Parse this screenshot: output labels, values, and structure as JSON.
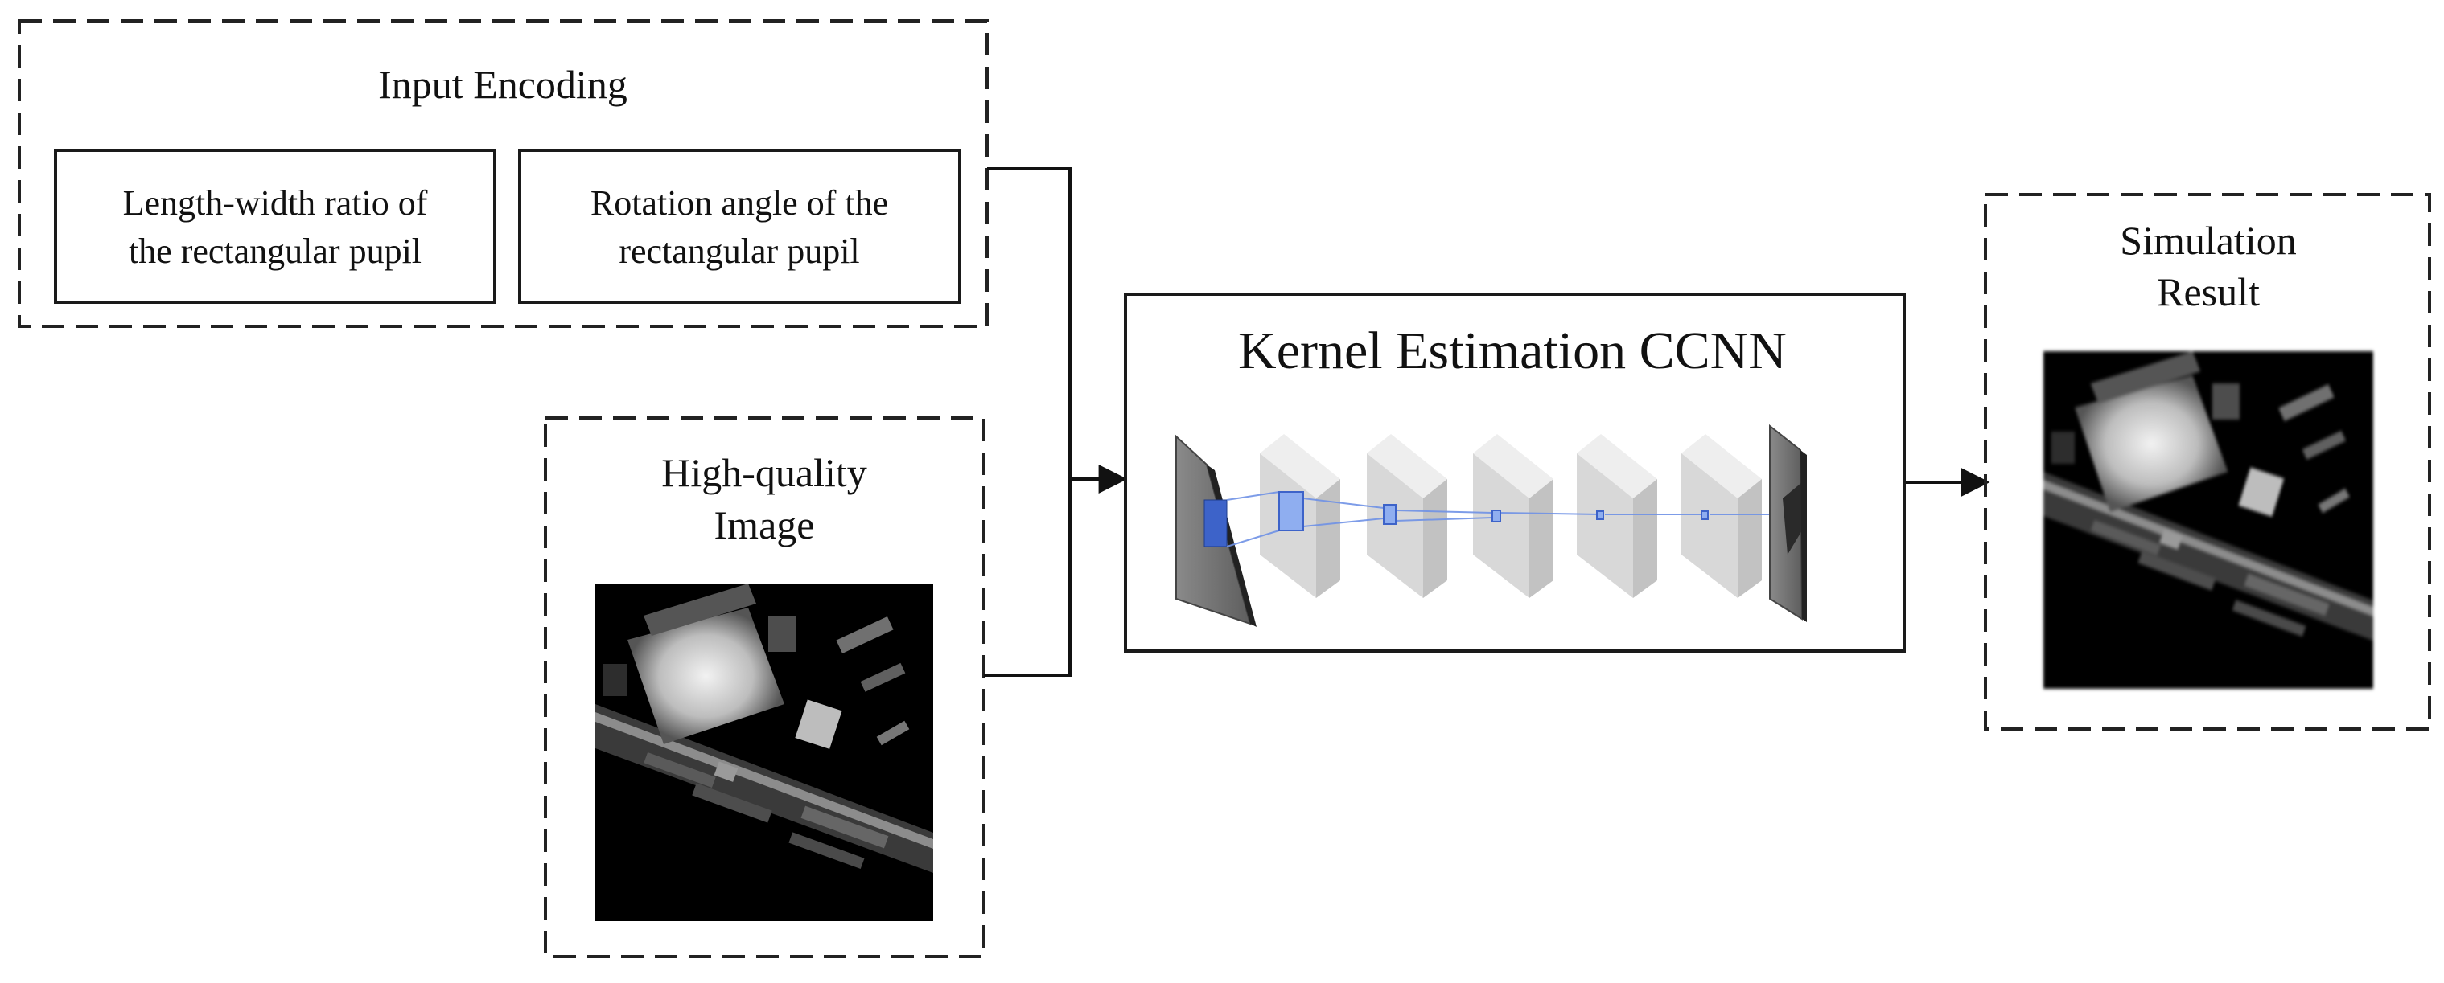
{
  "input_encoding": {
    "title": "Input Encoding",
    "box_left": {
      "line1": "Length-width ratio of",
      "line2": "the rectangular pupil"
    },
    "box_right": {
      "line1": "Rotation angle of the",
      "line2": "rectangular pupil"
    }
  },
  "high_quality": {
    "line1": "High-quality",
    "line2": "Image"
  },
  "network": {
    "title": "Kernel Estimation CCNN"
  },
  "simulation": {
    "line1": "Simulation",
    "line2": "Result"
  },
  "colors": {
    "stroke": "#1a1a1a",
    "dash": "#222222",
    "layer_blue": "#4a73d6",
    "layer_gray": "#d9d9d9"
  }
}
